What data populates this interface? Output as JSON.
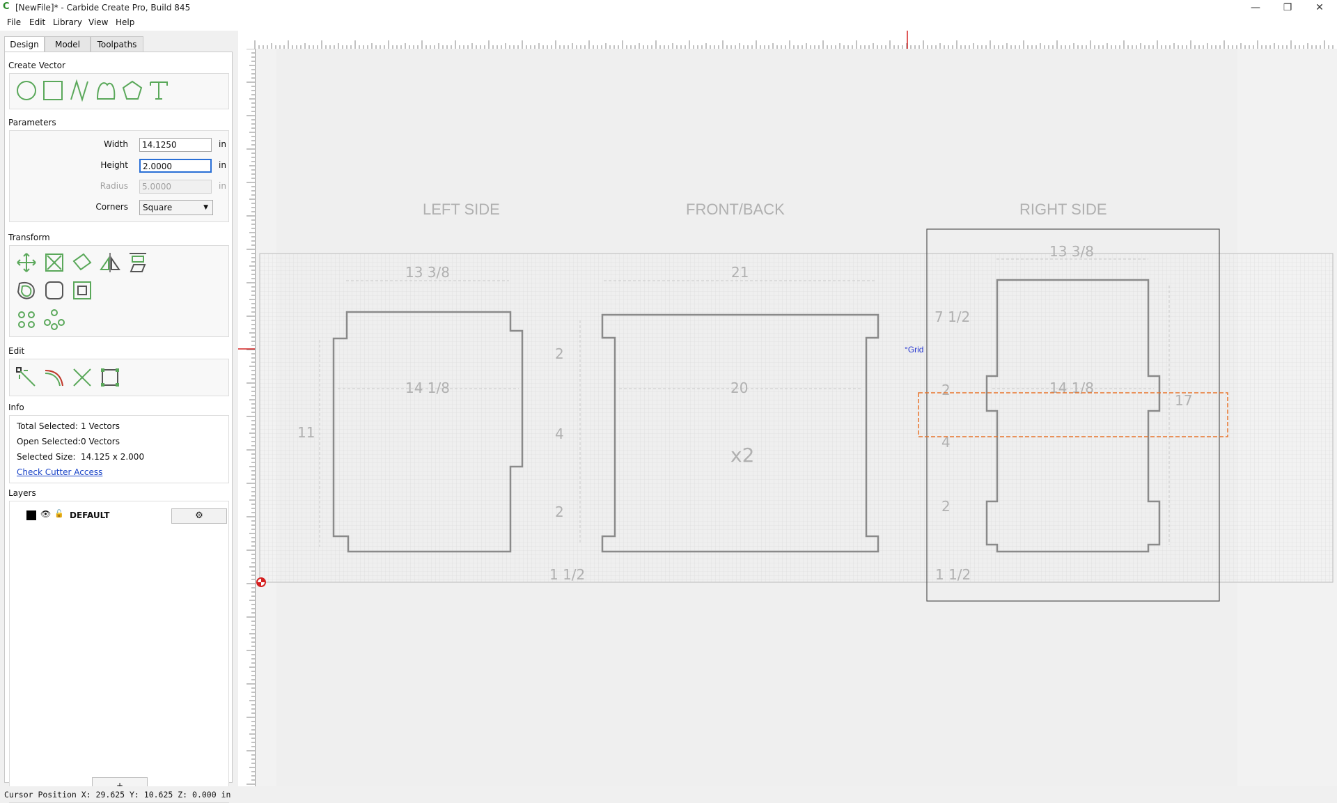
{
  "window": {
    "title": "[NewFile]* - Carbide Create Pro, Build 845",
    "app_icon": "C",
    "controls": {
      "minimize": "—",
      "restore": "❐",
      "close": "✕"
    }
  },
  "menu": {
    "file": "File",
    "edit": "Edit",
    "library": "Library",
    "view": "View",
    "help": "Help"
  },
  "tabs": {
    "design": "Design",
    "model": "Model",
    "toolpaths": "Toolpaths",
    "active": "Design"
  },
  "sections": {
    "create_vector": "Create Vector",
    "parameters": "Parameters",
    "transform": "Transform",
    "edit": "Edit",
    "info": "Info",
    "layers": "Layers"
  },
  "create_vector_icons": [
    "circle-icon",
    "rectangle-icon",
    "polyline-icon",
    "curve-icon",
    "polygon-icon",
    "text-icon"
  ],
  "parameters": {
    "width_label": "Width",
    "width_value": "14.1250",
    "width_unit": "in",
    "height_label": "Height",
    "height_value": "2.0000",
    "height_unit": "in",
    "radius_label": "Radius",
    "radius_value": "5.0000",
    "radius_unit": "in",
    "corners_label": "Corners",
    "corners_value": "Square"
  },
  "transform_icons": [
    "move-icon",
    "scale-icon",
    "rotate-icon",
    "mirror-icon",
    "align-icon",
    "offset-icon",
    "fillet-icon",
    "boolean-icon",
    "circular-array-icon",
    "pattern-array-icon"
  ],
  "edit_icons": [
    "node-edit-icon",
    "curve-edit-icon",
    "trim-icon",
    "bounding-box-icon"
  ],
  "info": {
    "total_selected_label": "Total Selected:",
    "total_selected_value": "1 Vectors",
    "open_selected_label": "Open Selected:",
    "open_selected_value": "0 Vectors",
    "selected_size_label": "Selected Size:",
    "selected_size_value": "14.125 x 2.000",
    "check_cutter_link": "Check Cutter Access"
  },
  "layers": {
    "name": "DEFAULT",
    "gear": "⚙",
    "add": "+",
    "color": "#000000"
  },
  "status": {
    "cursor": "Cursor Position X: 29.625 Y: 10.625 Z: 0.000 in"
  },
  "canvas": {
    "grid_label": "Grid",
    "labels": {
      "left_side": "LEFT SIDE",
      "front_back": "FRONT/BACK",
      "right_side": "RIGHT SIDE"
    },
    "dims": {
      "left_top": "13 3/8",
      "left_mid": "14 1/8",
      "left_height": "11",
      "front_top": "21",
      "front_mid": "20",
      "front_count": "x2",
      "v_top": "2",
      "v_mid": "4",
      "v_bot": "2",
      "bottom_left": "1 1/2",
      "right_top": "13 3/8",
      "right_mid": "14 1/8",
      "right_upper": "7 1/2",
      "right_v_top": "2",
      "right_v_mid": "4",
      "right_v_bot": "2",
      "right_height": "17",
      "right_bottom": "1 1/2"
    }
  },
  "colors": {
    "accent_green": "#5aa85a",
    "selection_orange": "#e8742a",
    "ruler_marker": "#d42020",
    "focus_blue": "#2a6fd6"
  }
}
